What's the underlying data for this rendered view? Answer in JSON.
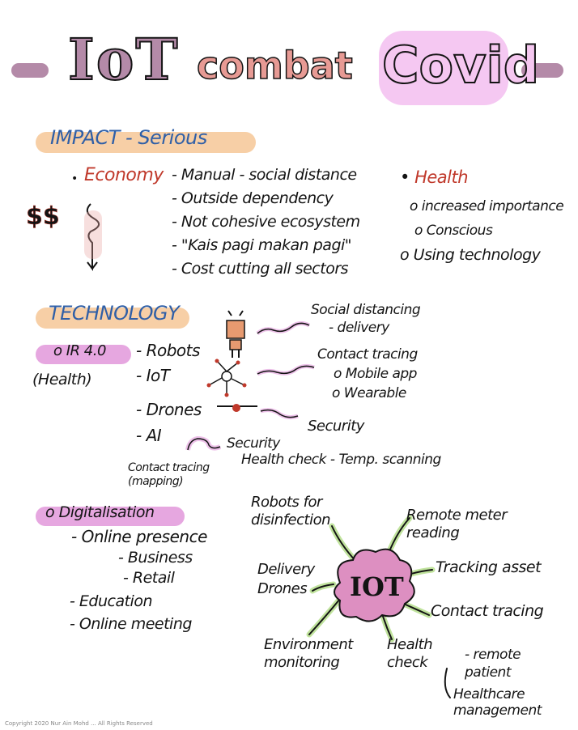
{
  "title": {
    "part1": "IoT",
    "part2": "combat",
    "part3": "Covid"
  },
  "impact": {
    "heading": "IMPACT - Serious",
    "economy_label": "Economy",
    "economy_items": [
      "- Manual - social distance",
      "- Outside dependency",
      "- Not cohesive ecosystem",
      "- \"Kais pagi makan pagi\"",
      "- Cost cutting all sectors"
    ],
    "money_symbols": "$$",
    "health_label": "Health",
    "health_items": [
      "o increased importance",
      "o Conscious"
    ],
    "using_tech": "o Using technology"
  },
  "technology": {
    "heading": "TECHNOLOGY",
    "ir40": "o IR 4.0",
    "health_tag": "(Health)",
    "items": [
      "- Robots",
      "- IoT",
      "- Drones",
      "- AI"
    ],
    "robots_use": [
      "Social distancing",
      "- delivery"
    ],
    "iot_use": [
      "Contact tracing",
      "o Mobile app",
      "o Wearable"
    ],
    "drones_use": "Security",
    "ai_security": "Security",
    "health_check": "Health check - Temp. scanning",
    "contact_tracing_mapping": [
      "Contact tracing",
      "(mapping)"
    ]
  },
  "digitalisation": {
    "heading": "o Digitalisation",
    "items": [
      "- Online presence",
      "- Business",
      "- Retail",
      "- Education",
      "- Online meeting"
    ]
  },
  "mindmap": {
    "center": "IOT",
    "nodes": {
      "robots": "Robots for disinfection",
      "remote_meter": "Remote meter reading",
      "tracking_asset": "Tracking asset",
      "contact_tracing": "Contact tracing",
      "health_check": "Health check",
      "remote_patient": "- remote patient",
      "healthcare": "Healthcare management",
      "environment": "Environment monitoring",
      "delivery": "Delivery Drones"
    }
  },
  "colors": {
    "title_purple": "#b48aa8",
    "impact_pill": "#f7cfa6",
    "tech_pill": "#f7cfa6",
    "digital_pill": "#e6a7e0",
    "pink_center": "#dd8fc1",
    "green_branch": "#b6df8c",
    "economy_red": "#c0392b",
    "heading_blue": "#2f5fa7"
  },
  "icons": [
    "robot-icon",
    "network-icon",
    "drone-icon",
    "money-icon"
  ],
  "footer": "Copyright 2020 Nur Ain Mohd ... All Rights Reserved"
}
